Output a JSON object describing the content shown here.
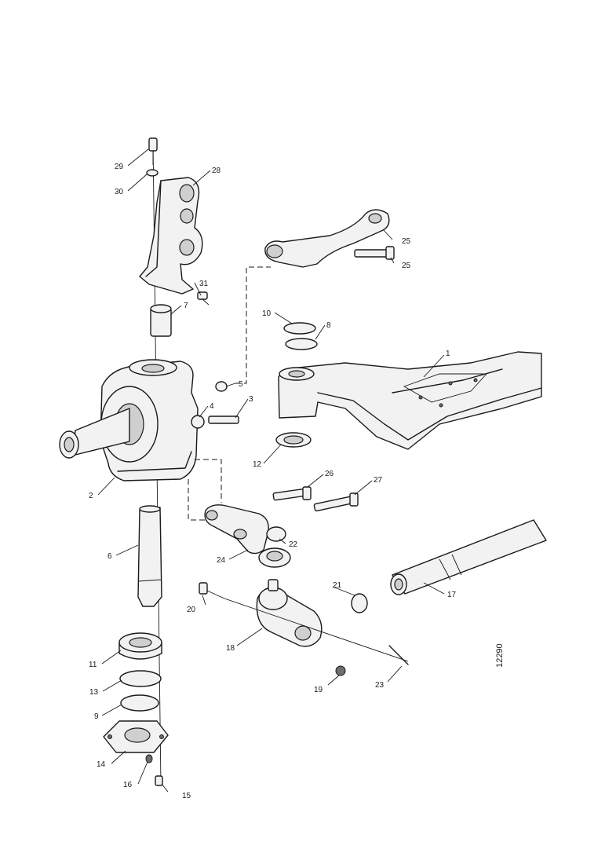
{
  "drawing": {
    "reference_number": "12290",
    "part_labels": [
      "1",
      "2",
      "3",
      "4",
      "5",
      "6",
      "7",
      "8",
      "9",
      "10",
      "11",
      "12",
      "13",
      "14",
      "15",
      "16",
      "17",
      "18",
      "19",
      "20",
      "21",
      "22",
      "23",
      "24",
      "25",
      "26",
      "27",
      "28",
      "29",
      "30",
      "31"
    ]
  },
  "labels": {
    "l1": "1",
    "l2": "2",
    "l3": "3",
    "l4": "4",
    "l5": "5",
    "l6": "6",
    "l7": "7",
    "l8": "8",
    "l9": "9",
    "l10": "10",
    "l11": "11",
    "l12": "12",
    "l13": "13",
    "l14": "14",
    "l15": "15",
    "l16": "16",
    "l17": "17",
    "l18": "18",
    "l19": "19",
    "l20": "20",
    "l21": "21",
    "l22": "22",
    "l23": "23",
    "l24": "24",
    "l25a": "25",
    "l25b": "25",
    "l26": "26",
    "l27": "27",
    "l28": "28",
    "l29": "29",
    "l30": "30",
    "l31": "31"
  }
}
